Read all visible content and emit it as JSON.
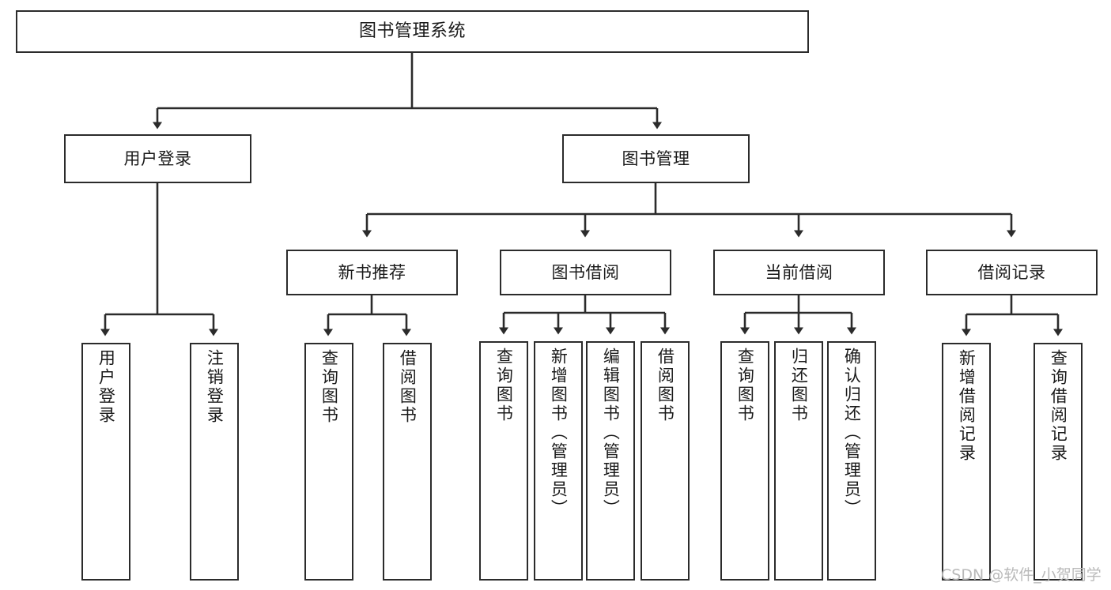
{
  "diagram": {
    "title": "图书管理系统",
    "type": "tree-hierarchy",
    "orientation": "top-down",
    "nodes": {
      "root": {
        "label": "图书管理系统"
      },
      "level2": [
        {
          "id": "user-login",
          "label": "用户登录"
        },
        {
          "id": "book-management",
          "label": "图书管理"
        }
      ],
      "level3": [
        {
          "id": "new-book-recommend",
          "label": "新书推荐",
          "parent": "book-management"
        },
        {
          "id": "book-borrow",
          "label": "图书借阅",
          "parent": "book-management"
        },
        {
          "id": "current-borrow",
          "label": "当前借阅",
          "parent": "book-management"
        },
        {
          "id": "borrow-record",
          "label": "借阅记录",
          "parent": "book-management"
        }
      ],
      "leaves": [
        {
          "id": "leaf-user-login",
          "label": "用户登录",
          "parent": "user-login"
        },
        {
          "id": "leaf-logout-login",
          "label": "注销登录",
          "parent": "user-login"
        },
        {
          "id": "leaf-query-book-1",
          "label": "查询图书",
          "parent": "new-book-recommend"
        },
        {
          "id": "leaf-borrow-book-1",
          "label": "借阅图书",
          "parent": "new-book-recommend"
        },
        {
          "id": "leaf-query-book-2",
          "label": "查询图书",
          "parent": "book-borrow"
        },
        {
          "id": "leaf-add-book",
          "label": "新增图书（管理员）",
          "parent": "book-borrow"
        },
        {
          "id": "leaf-edit-book",
          "label": "编辑图书（管理员）",
          "parent": "book-borrow"
        },
        {
          "id": "leaf-borrow-book-2",
          "label": "借阅图书",
          "parent": "book-borrow"
        },
        {
          "id": "leaf-query-book-3",
          "label": "查询图书",
          "parent": "current-borrow"
        },
        {
          "id": "leaf-return-book",
          "label": "归还图书",
          "parent": "current-borrow"
        },
        {
          "id": "leaf-confirm-return",
          "label": "确认归还（管理员）",
          "parent": "current-borrow"
        },
        {
          "id": "leaf-add-record",
          "label": "新增借阅记录",
          "parent": "borrow-record"
        },
        {
          "id": "leaf-query-record",
          "label": "查询借阅记录",
          "parent": "borrow-record"
        }
      ]
    },
    "colors": {
      "node_border": "#2b2b2b",
      "node_fill": "#ffffff",
      "edge": "#2b2b2b",
      "text": "#1a1a1a",
      "watermark": "#b9b9b9",
      "background": "#ffffff"
    }
  },
  "watermark": {
    "text": "CSDN @软件_小贺同学"
  }
}
